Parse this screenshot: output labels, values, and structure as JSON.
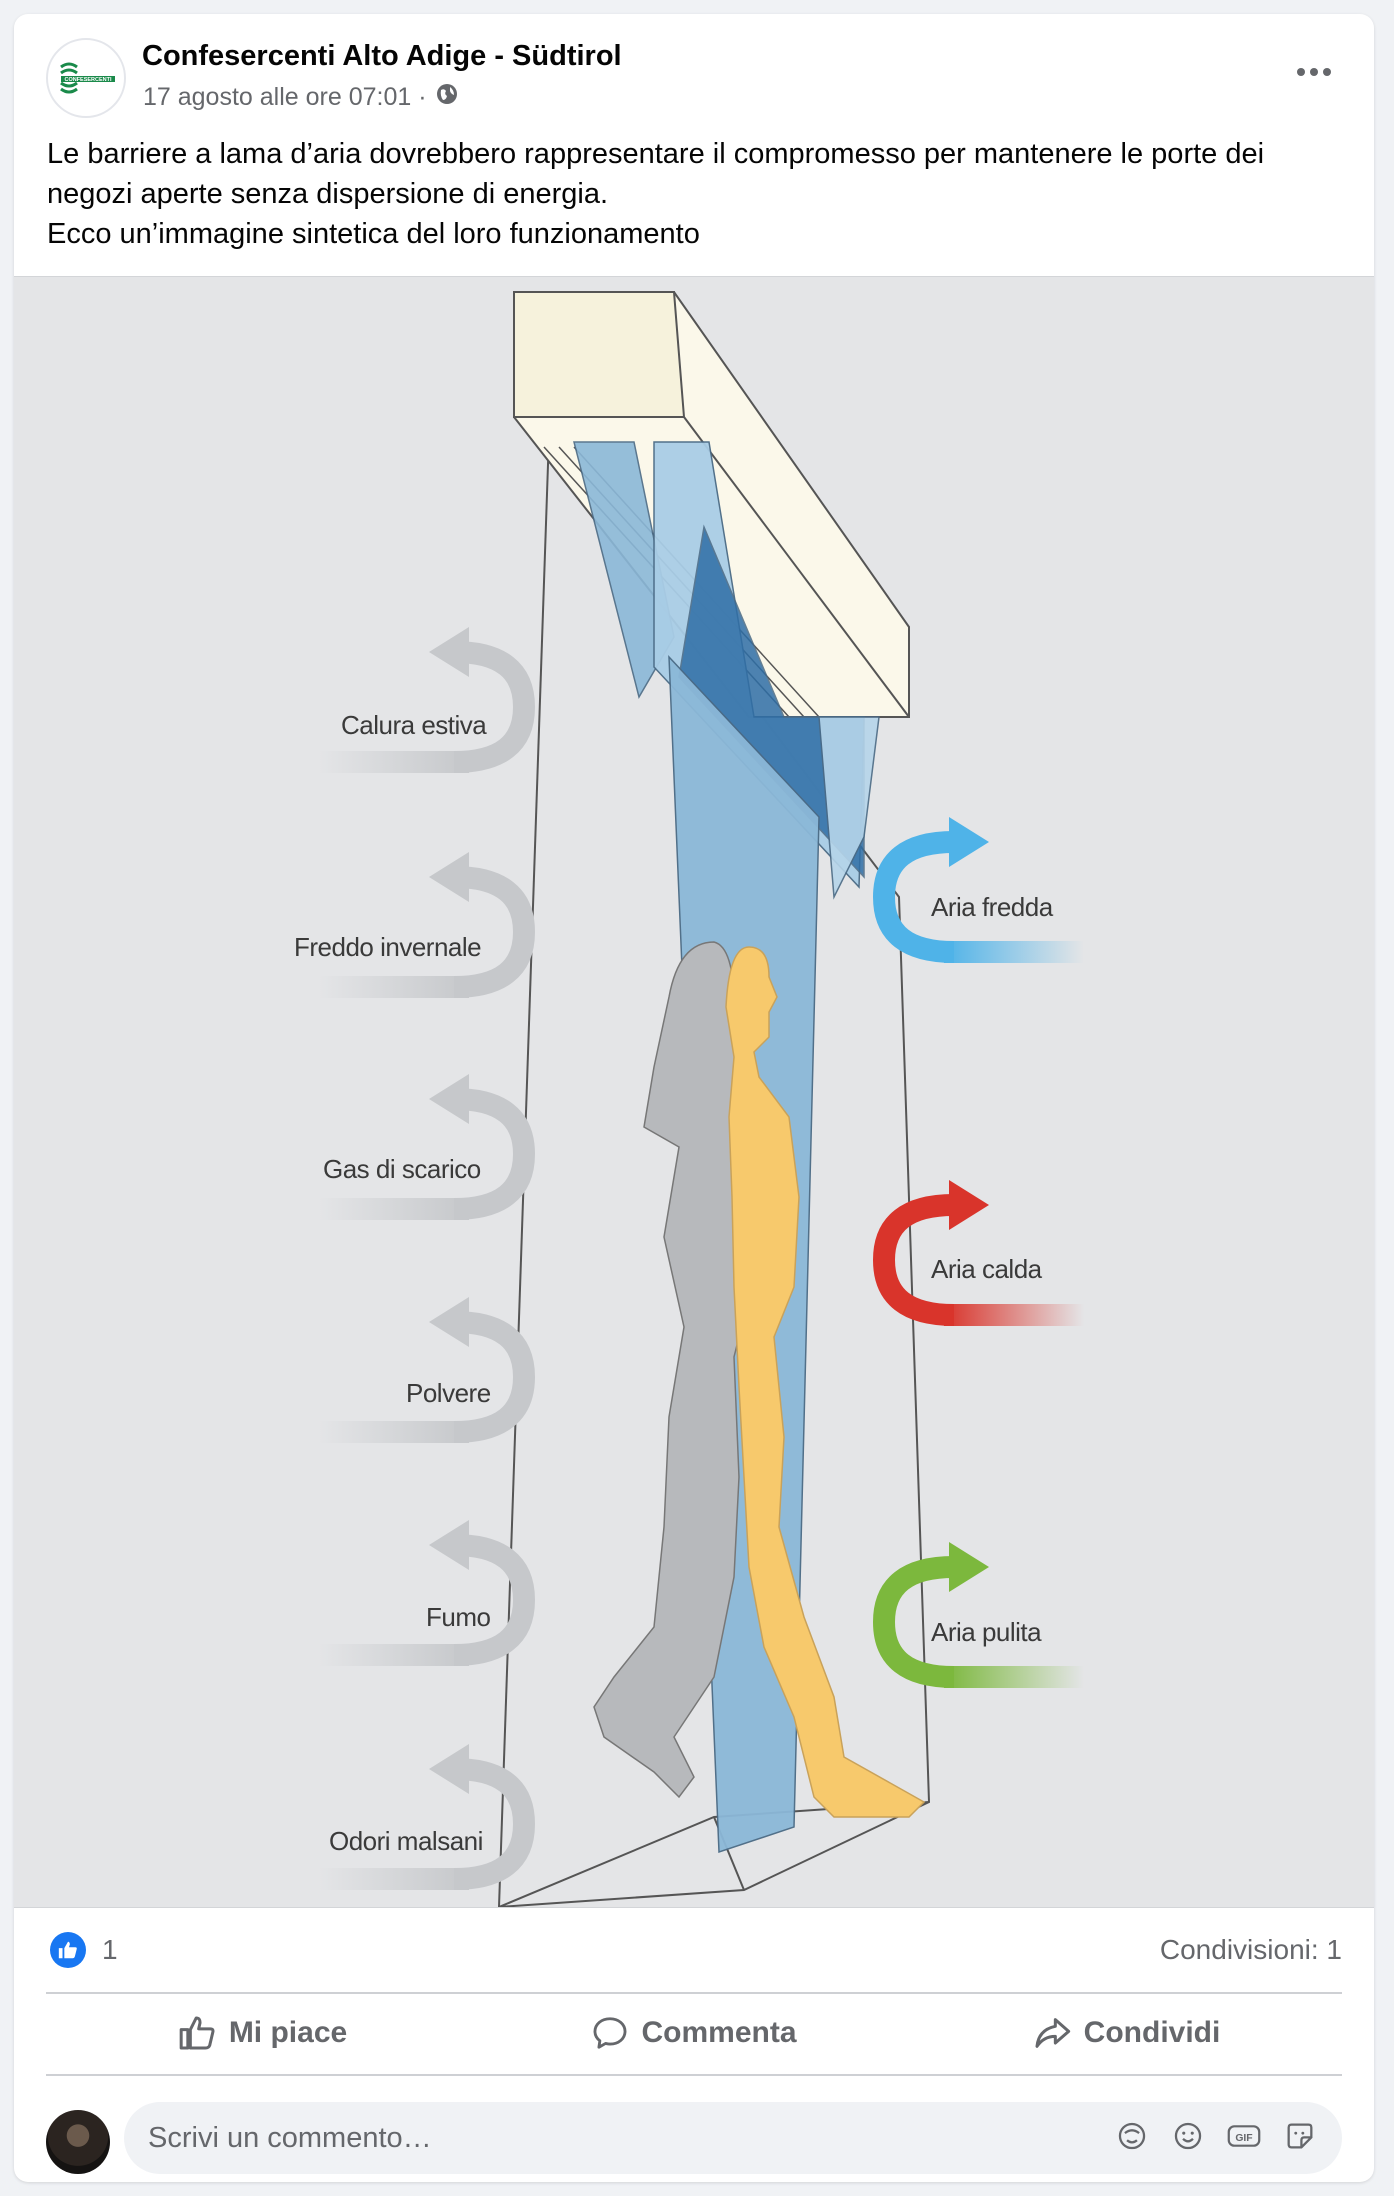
{
  "post": {
    "author": "Confesercenti Alto Adige - Südtirol",
    "avatar_text": "CONFESERCENTI",
    "timestamp": "17 agosto alle ore 07:01 ·",
    "visibility_icon": "globe-icon",
    "more_icon": "more-horizontal-icon",
    "caption_lines": [
      "Le barriere a lama d’aria dovrebbero rappresentare il compromesso per mantenere le porte dei negozi aperte senza dispersione di energia.",
      "Ecco un’immagine sintetica del loro funzionamento"
    ]
  },
  "image": {
    "left_labels": [
      "Calura estiva",
      "Freddo invernale",
      "Gas di scarico",
      "Polvere",
      "Fumo",
      "Odori malsani"
    ],
    "right_labels": [
      {
        "text": "Aria fredda",
        "color": "#4fb3e8"
      },
      {
        "text": "Aria calda",
        "color": "#d9342b"
      },
      {
        "text": "Aria pulita",
        "color": "#7cb83d"
      }
    ]
  },
  "reactions": {
    "icon": "like-reaction-icon",
    "count": "1",
    "shares": "Condivisioni: 1"
  },
  "actions": [
    {
      "label": "Mi piace",
      "icon": "thumbs-up-icon"
    },
    {
      "label": "Commenta",
      "icon": "comment-icon"
    },
    {
      "label": "Condividi",
      "icon": "share-icon"
    }
  ],
  "composer": {
    "placeholder": "Scrivi un commento…",
    "icons": [
      "avatar-sticker-icon",
      "emoji-icon",
      "gif-icon",
      "sticker-icon"
    ]
  },
  "colors": {
    "accent": "#1877f2",
    "secondary_text": "#65676b",
    "image_background": "#e4e5e7"
  }
}
